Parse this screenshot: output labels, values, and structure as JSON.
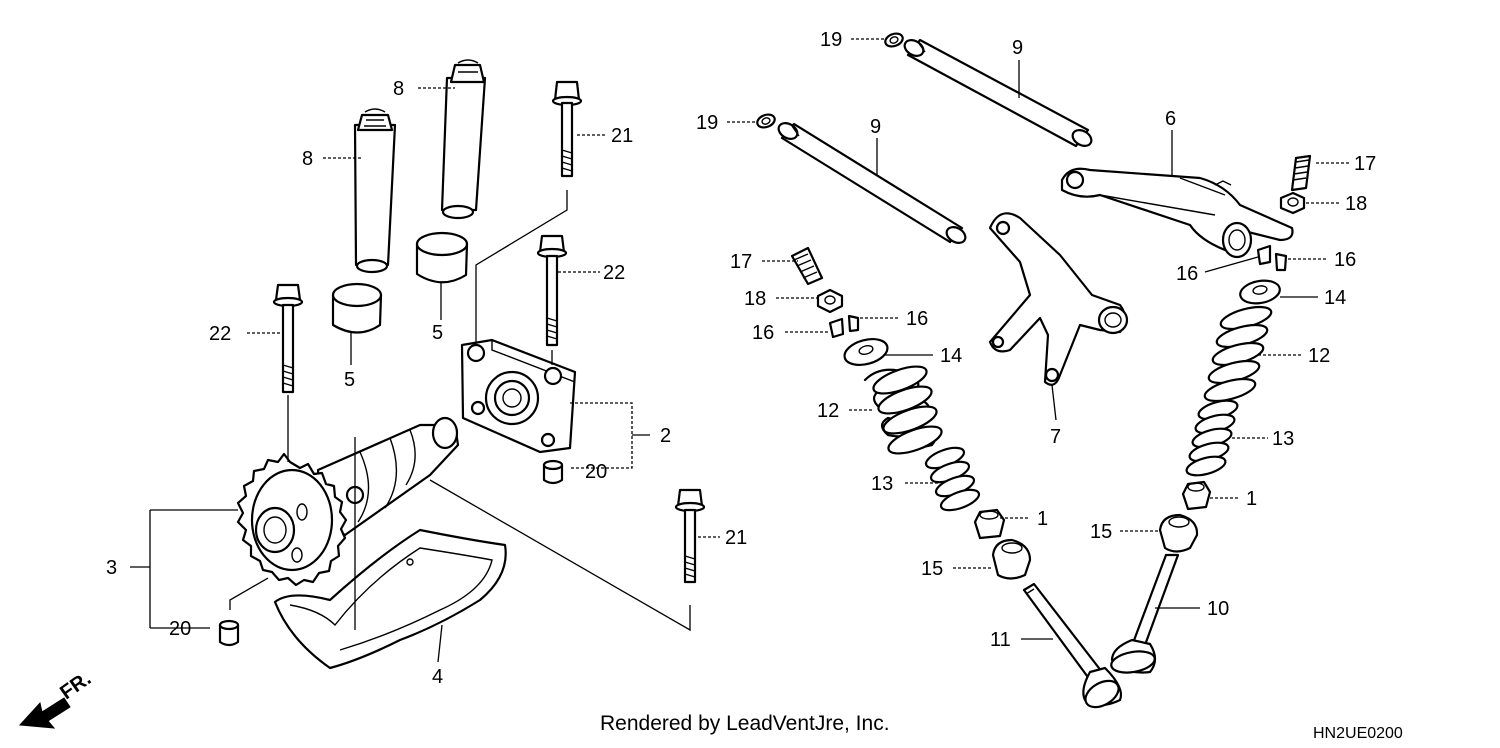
{
  "callouts": {
    "c19a": "19",
    "c9a": "9",
    "c19b": "19",
    "c9b": "9",
    "c6": "6",
    "c17r": "17",
    "c18r": "18",
    "c16r1": "16",
    "c16r2": "16",
    "c14r": "14",
    "c12r": "12",
    "c13r": "13",
    "c1r": "1",
    "c15r": "15",
    "c10": "10",
    "c17l": "17",
    "c18l": "18",
    "c16l1": "16",
    "c16l2": "16",
    "c14l": "14",
    "c12l": "12",
    "c13l": "13",
    "c1l": "1",
    "c15l": "15",
    "c11": "11",
    "c7": "7",
    "c8a": "8",
    "c8b": "8",
    "c21a": "21",
    "c22a": "22",
    "c22b": "22",
    "c5a": "5",
    "c5b": "5",
    "c2": "2",
    "c20a": "20",
    "c3": "3",
    "c20b": "20",
    "c4": "4",
    "c21b": "21"
  },
  "footer": {
    "rendered_by": "Rendered by LeadVentJre, Inc.",
    "diagram_code": "HN2UE0200",
    "front_mark": "FR."
  }
}
